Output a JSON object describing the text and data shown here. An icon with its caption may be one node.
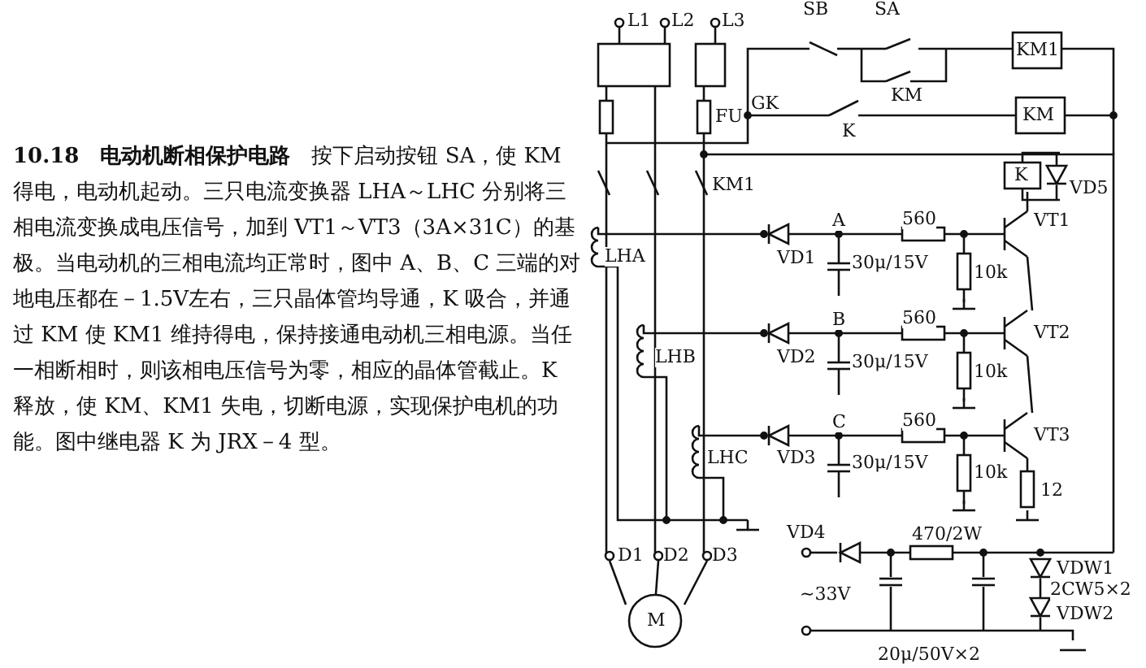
{
  "diagram": {
    "labels": [
      "**10.18　电动机断相保护电路**　按下启动按钮 SA，使 KM 得电，电动机起动。三只电流变换器 LHA～LHC 分别将三相电流变换成电压信号，加到 VT1～VT3（3A×31C）的基极。当电动机的三相电流均正常时，图中 A、B、C 三端的对地电压都在－1.5V左右，三只晶体管均导通，K 吸合，并通过 KM 使 KM1 维持得电，保持接通电动机三相电源。当任一相断相时，则该相电压信号为零，相应的晶体管截止。K 释放，使 KM、KM1 失电，切断电源，实现保护电机的功能。图中继电器 K 为 JRX－4 型。",
      "L1",
      "L2",
      "L3",
      "SB",
      "SA",
      "KM1",
      "GK",
      "FU",
      "KM",
      "K",
      "KM",
      "KM1",
      "K",
      "VD5",
      "A",
      "560",
      "VT1",
      "LHA",
      "VD1",
      "30μ/15V",
      "10k",
      "B",
      "560",
      "VT2",
      "LHB",
      "VD2",
      "30μ/15V",
      "10k",
      "C",
      "560",
      "VT3",
      "LHC",
      "VD3",
      "30μ/15V",
      "10k",
      "12",
      "VD4",
      "470/2W",
      "~33V",
      "VDW1",
      "2CW5×2",
      "VDW2",
      "20μ/50V×2",
      "D1",
      "D2",
      "D3",
      "M"
    ]
  }
}
